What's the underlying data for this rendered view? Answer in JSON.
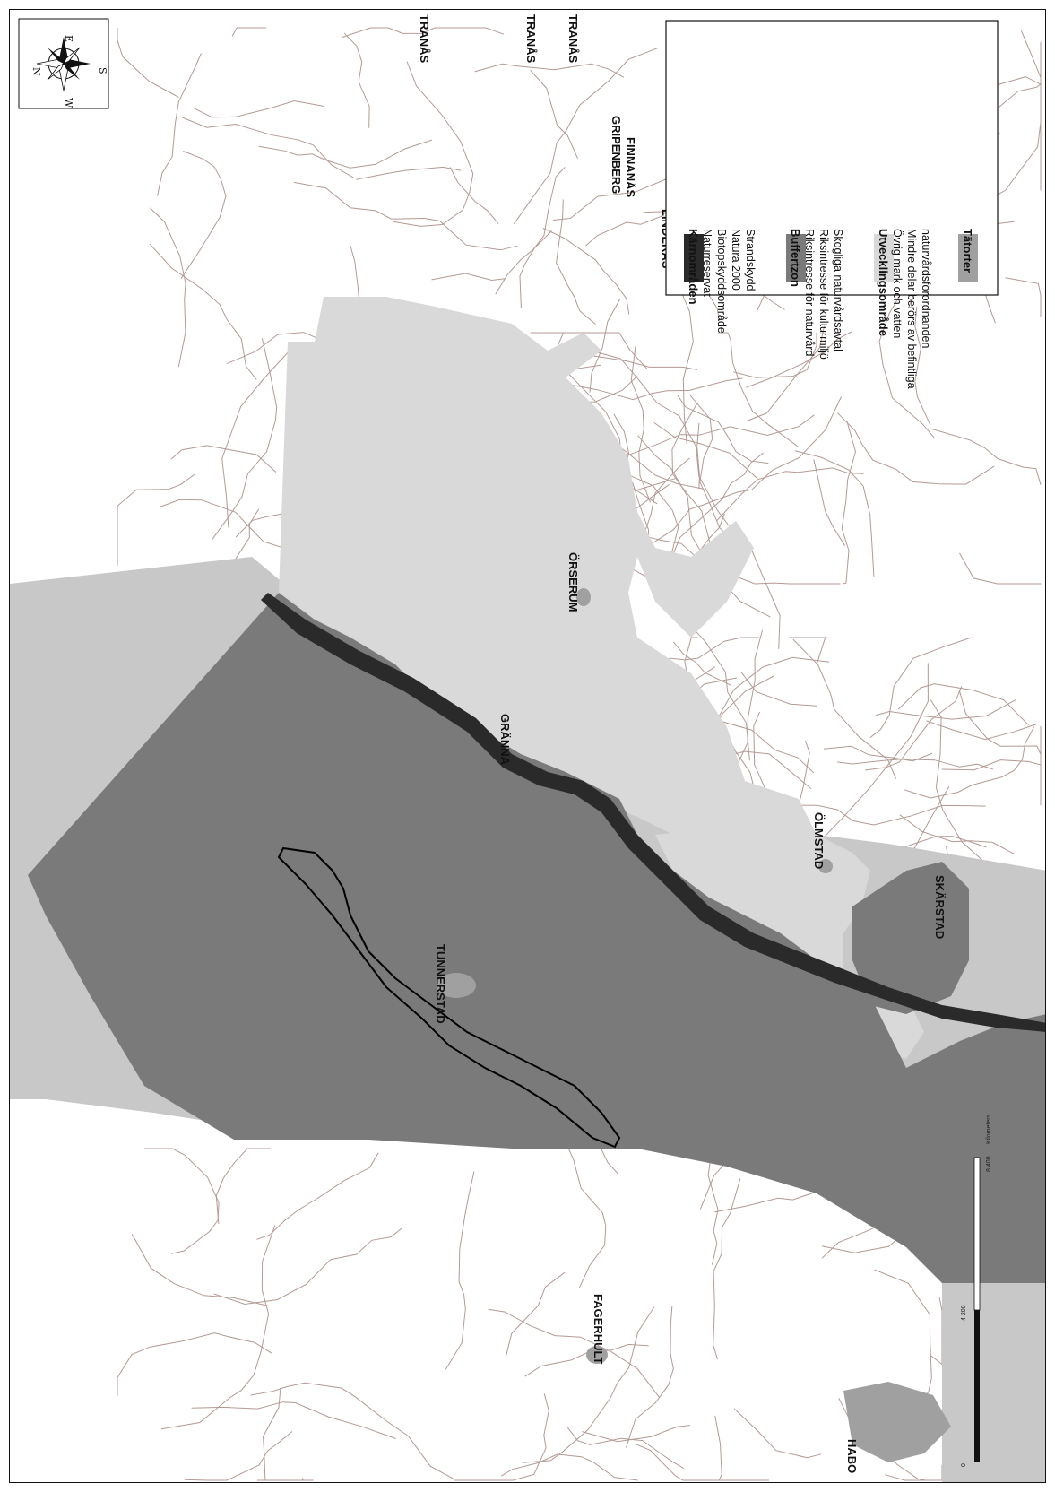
{
  "colors": {
    "water": "#c8c8c8",
    "buffer": "#7a7a7a",
    "core": "#2a2a2a",
    "development": "#d9d9d9",
    "urban": "#a0a0a0",
    "roads": "#b39a94",
    "background": "#ffffff"
  },
  "places": [
    {
      "id": "tranas-1",
      "label": "TRANÅS"
    },
    {
      "id": "tranas-2",
      "label": "TRANÅS"
    },
    {
      "id": "tranas-3",
      "label": "TRANÅS"
    },
    {
      "id": "gripenberg",
      "label": "GRIPENBERG"
    },
    {
      "id": "finnanas",
      "label": "FINNANÄS"
    },
    {
      "id": "linderas",
      "label": "LINDERÅS"
    },
    {
      "id": "orserum",
      "label": "ÖRSERUM"
    },
    {
      "id": "granna",
      "label": "GRÄNNA"
    },
    {
      "id": "olmstad",
      "label": "ÖLMSTAD"
    },
    {
      "id": "skarstad",
      "label": "SKÄRSTAD"
    },
    {
      "id": "tunnerstad",
      "label": "TUNNERSTAD"
    },
    {
      "id": "fagerhult",
      "label": "FAGERHULT"
    },
    {
      "id": "habo",
      "label": "HABO"
    }
  ],
  "legend": {
    "groups": [
      {
        "id": "karnomraden",
        "heading": "Kärnområden",
        "swatch": "core",
        "items": [
          "Naturreservat",
          "Biotopskyddsområde",
          "Natura 2000",
          "Strandskydd"
        ]
      },
      {
        "id": "buffertzon",
        "heading": "Buffertzon",
        "swatch": "buffer",
        "items": [
          "Riksintresse för naturvård",
          "Riksintresse för kulturmiljö",
          "Skogliga naturvårdsavtal"
        ]
      },
      {
        "id": "utvecklingsomrade",
        "heading": "Utvecklingsområde",
        "swatch": "development",
        "items": [
          "Övrig mark och vatten",
          "Mindre delar berörs av befintliga",
          "naturvårdsförordnanden"
        ]
      },
      {
        "id": "tatorter",
        "heading": "Tätorter",
        "swatch": "urban",
        "items": []
      }
    ]
  },
  "compass": {
    "letters": [
      "N",
      "E",
      "S",
      "W"
    ]
  },
  "scale_bar": {
    "labels": [
      "0",
      "4 200",
      "8 400"
    ],
    "unit": "Kilometers"
  }
}
